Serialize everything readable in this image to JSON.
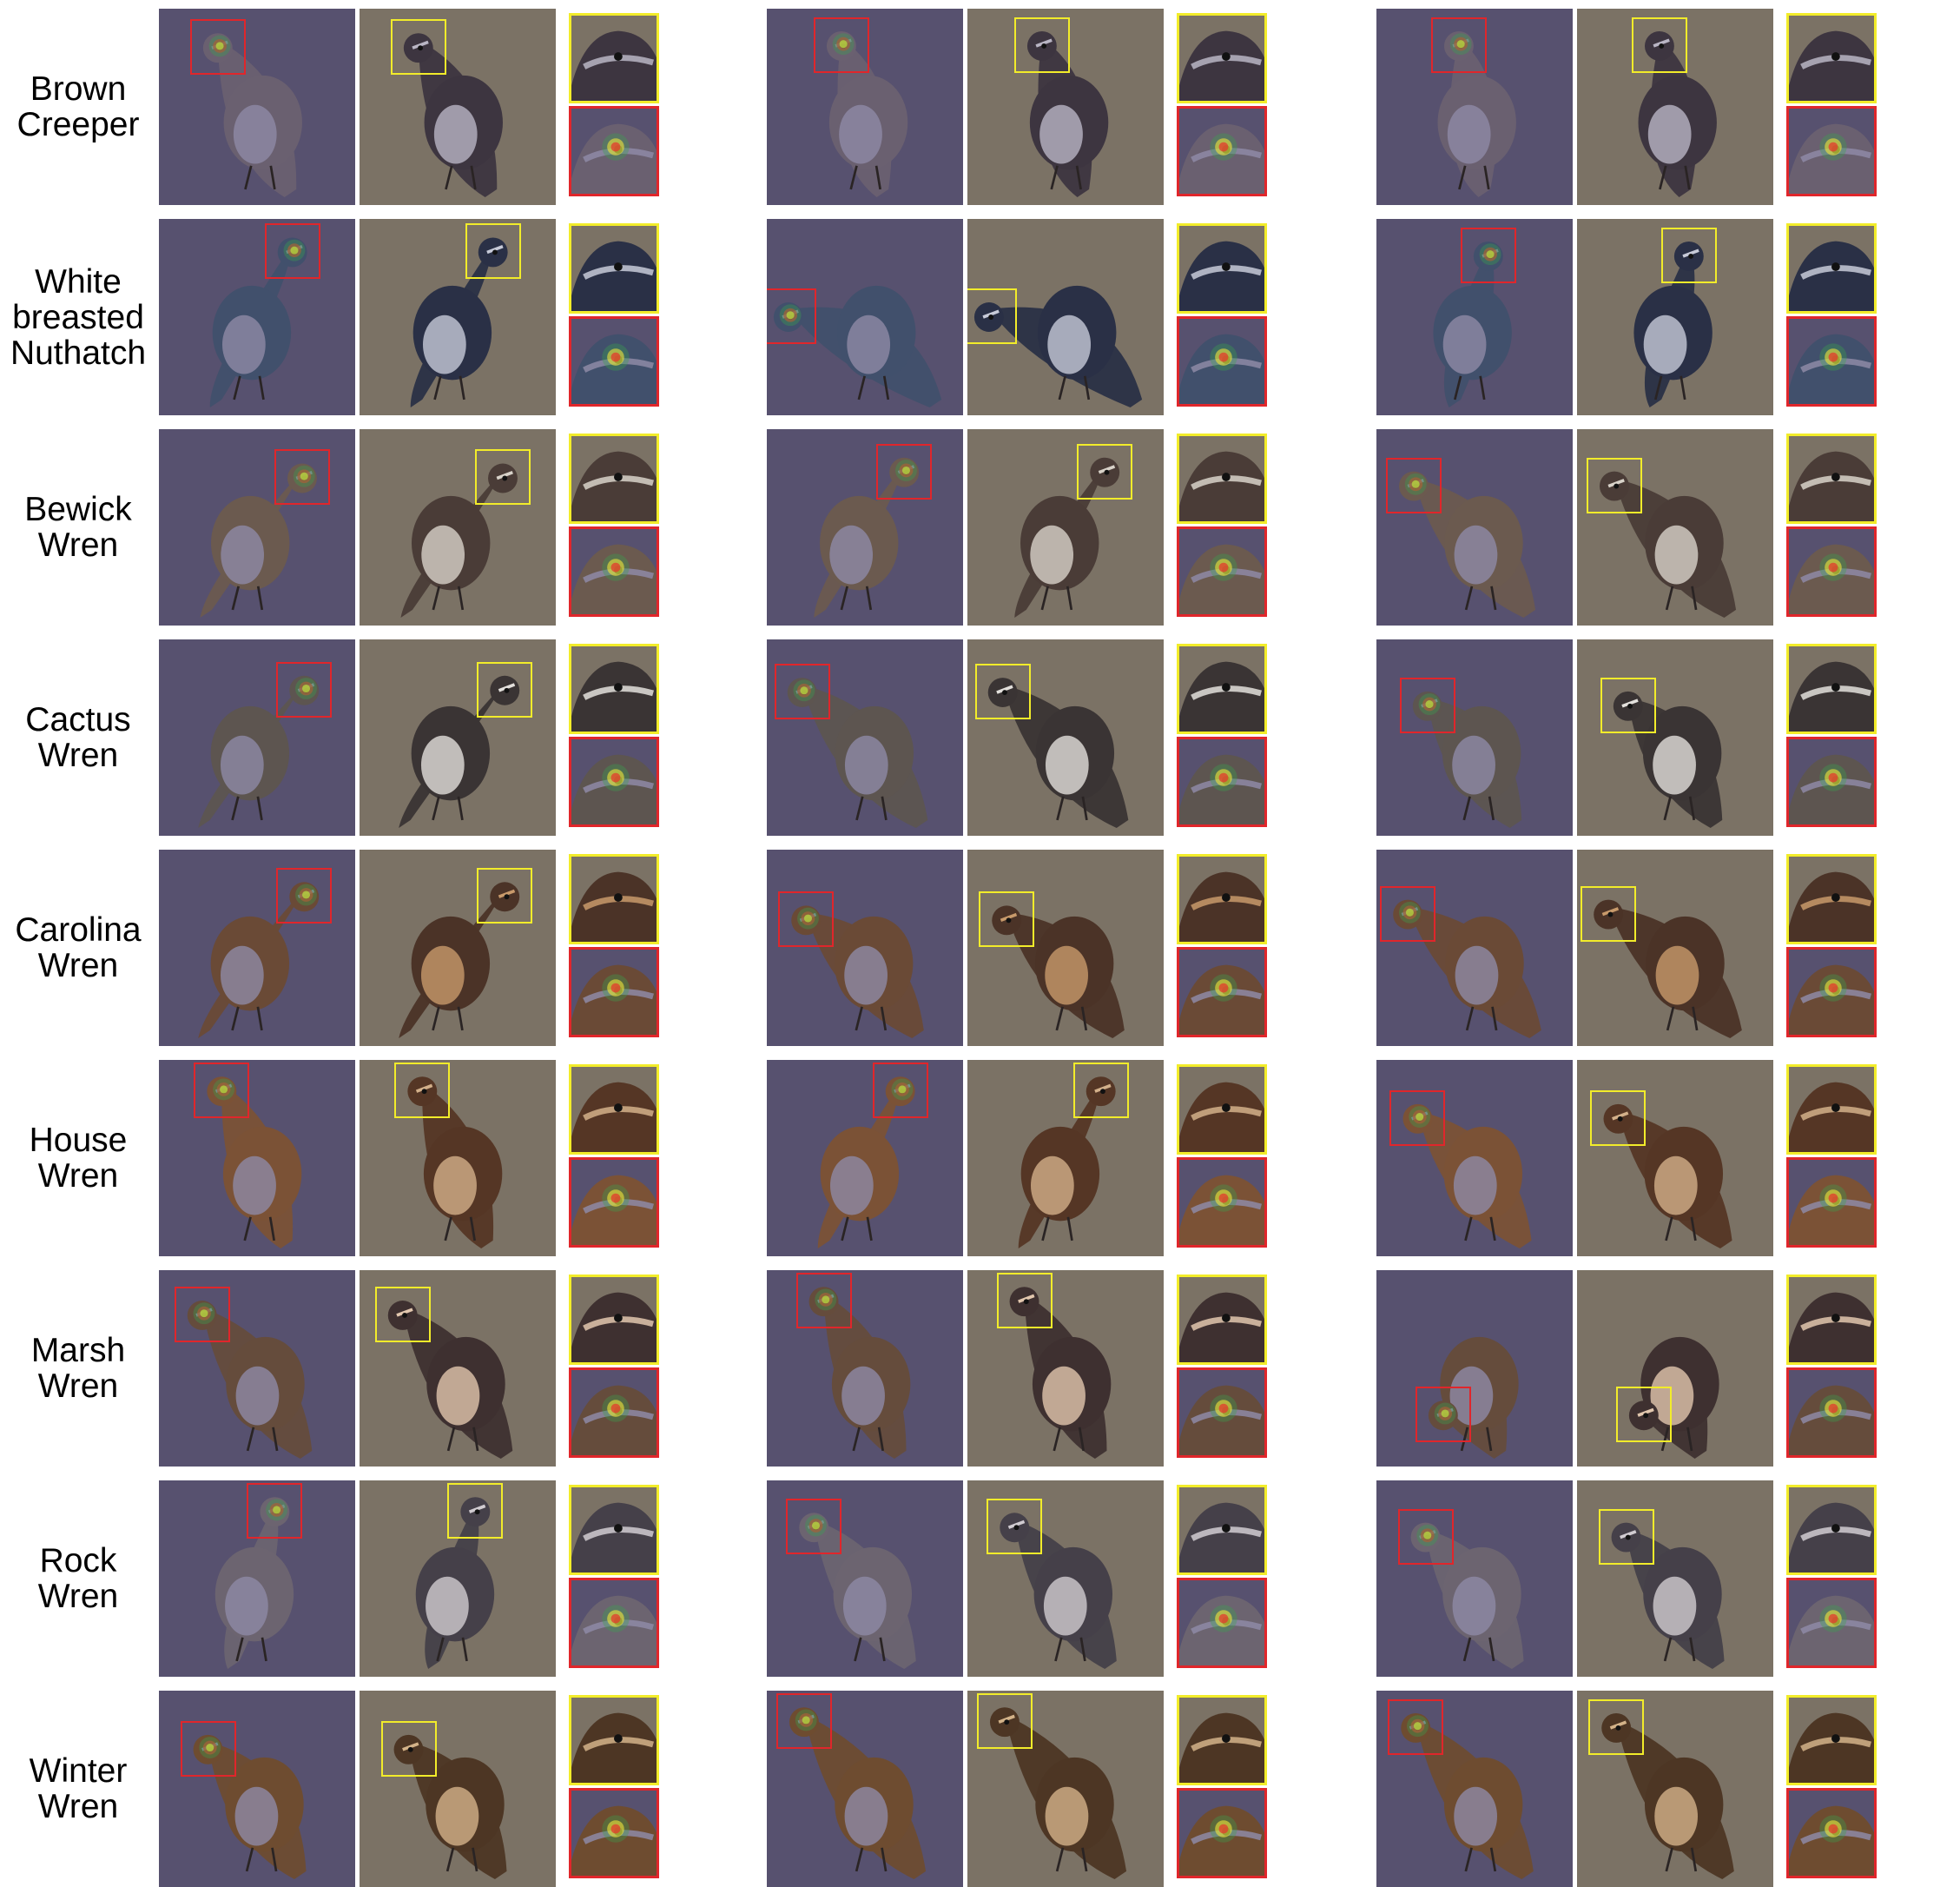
{
  "figure": {
    "colors": {
      "heatmap_background": "#57516f",
      "image_background": "#7b7265",
      "heatmap_box": "#e0262b",
      "image_box": "#f2ec2a"
    },
    "rows": [
      {
        "species": [
          "Brown",
          "Creeper"
        ],
        "examples": 3
      },
      {
        "species": [
          "White",
          "breasted",
          "Nuthatch"
        ],
        "examples": 3
      },
      {
        "species": [
          "Bewick",
          "Wren"
        ],
        "examples": 3
      },
      {
        "species": [
          "Cactus",
          "Wren"
        ],
        "examples": 3
      },
      {
        "species": [
          "Carolina",
          "Wren"
        ],
        "examples": 3
      },
      {
        "species": [
          "House",
          "Wren"
        ],
        "examples": 3
      },
      {
        "species": [
          "Marsh",
          "Wren"
        ],
        "examples": 3
      },
      {
        "species": [
          "Rock",
          "Wren"
        ],
        "examples": 3
      },
      {
        "species": [
          "Winter",
          "Wren"
        ],
        "examples": 3
      }
    ]
  }
}
